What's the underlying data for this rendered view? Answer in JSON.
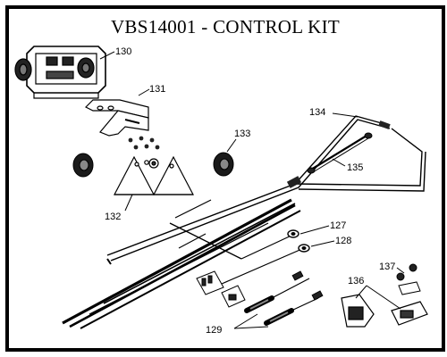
{
  "title": "VBS14001 - CONTROL KIT",
  "parts": [
    {
      "number": "130",
      "name": "control-box"
    },
    {
      "number": "131",
      "name": "mounting-bracket"
    },
    {
      "number": "132",
      "name": "bracket-base"
    },
    {
      "number": "133",
      "name": "thumb-knob"
    },
    {
      "number": "134",
      "name": "wire-harness"
    },
    {
      "number": "135",
      "name": "jumper-cable"
    },
    {
      "number": "127",
      "name": "ring-terminal-lead"
    },
    {
      "number": "128",
      "name": "ring-terminal-lead"
    },
    {
      "number": "129",
      "name": "inline-fuse-holders"
    },
    {
      "number": "136",
      "name": "connector-housings"
    },
    {
      "number": "137",
      "name": "nuts"
    }
  ],
  "icons": [
    "control-box-icon",
    "bracket-icon",
    "knob-icon",
    "harness-icon",
    "connector-icon",
    "fuse-icon",
    "nut-icon"
  ]
}
